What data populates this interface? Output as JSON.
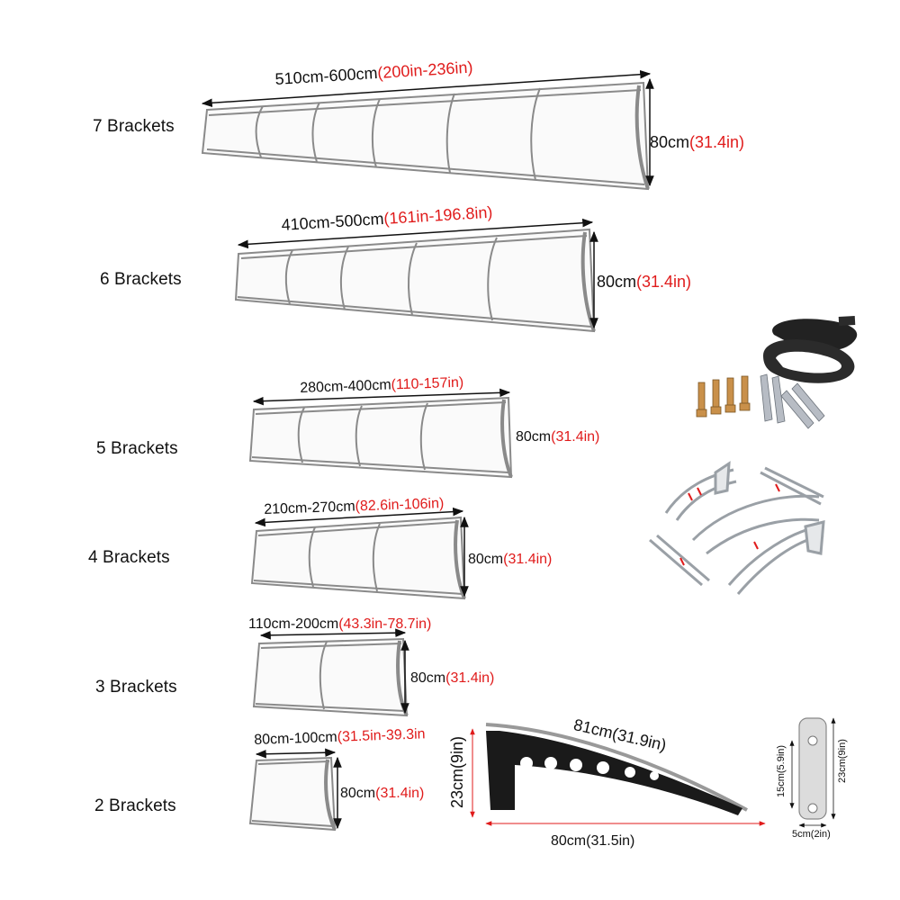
{
  "rows": [
    {
      "brackets": "7 Brackets",
      "length": "510cm-600cm",
      "length_in": "(200in-236in)",
      "height": "80cm",
      "height_in": "(31.4in)"
    },
    {
      "brackets": "6 Brackets",
      "length": "410cm-500cm",
      "length_in": "(161in-196.8in)",
      "height": "80cm",
      "height_in": "(31.4in)"
    },
    {
      "brackets": "5 Brackets",
      "length": "280cm-400cm",
      "length_in": "(110-157in)",
      "height": "80cm",
      "height_in": "(31.4in)"
    },
    {
      "brackets": "4 Brackets",
      "length": "210cm-270cm",
      "length_in": "(82.6in-106in)",
      "height": "80cm",
      "height_in": "(31.4in)"
    },
    {
      "brackets": "3 Brackets",
      "length": "110cm-200cm",
      "length_in": "(43.3in-78.7in)",
      "height": "80cm",
      "height_in": "(31.4in)"
    },
    {
      "brackets": "2 Brackets",
      "length": "80cm-100cm",
      "length_in": "(31.5in-39.3in",
      "height": "80cm",
      "height_in": "(31.4in)"
    }
  ],
  "bracket_detail": {
    "arc": "81cm(31.9in)",
    "depth": "23cm(9in)",
    "width": "80cm(31.5in)"
  },
  "plate_detail": {
    "height": "23cm(9in)",
    "hole_spacing": "15cm(5.9in)",
    "width": "5cm(2in)"
  },
  "colors": {
    "accent": "#e01b1b",
    "frame": "#8a8a8a",
    "bracket": "#1a1a1a"
  }
}
